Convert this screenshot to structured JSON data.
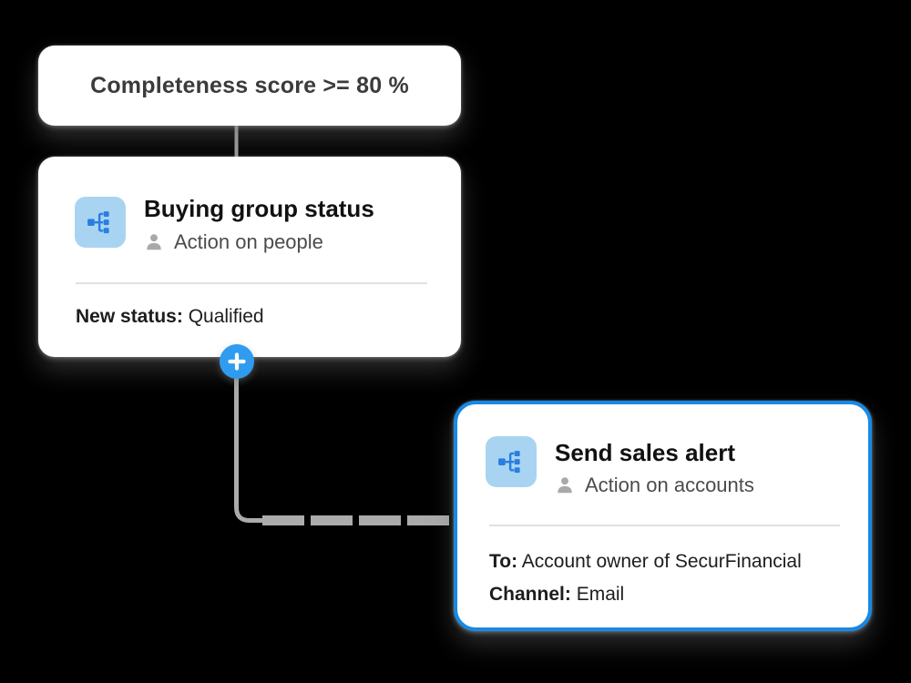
{
  "canvas": {
    "background": "#000000"
  },
  "colors": {
    "card_background": "#ffffff",
    "selected_border": "#1789e6",
    "icon_tile_background": "#a8d4f2",
    "icon_glyph": "#2a7de1",
    "person_icon": "#a9a9a9",
    "add_button": "#2f9cf0",
    "connector": "#ababab",
    "divider": "#e0e0e0"
  },
  "icons": {
    "action_tile": "org-chart-icon",
    "audience": "person-icon",
    "add": "plus-icon"
  },
  "nodes": {
    "condition": {
      "title": "Completeness score >= 80 %"
    },
    "buying_group": {
      "title": "Buying group status",
      "subtitle": "Action on people",
      "fields": [
        {
          "label": "New status:",
          "value": "Qualified"
        }
      ]
    },
    "send_alert": {
      "title": "Send sales alert",
      "subtitle": "Action on accounts",
      "fields": [
        {
          "label": "To:",
          "value": "Account owner of SecurFinancial"
        },
        {
          "label": "Channel:",
          "value": "Email"
        }
      ]
    },
    "add_button": {
      "label": "+"
    }
  }
}
